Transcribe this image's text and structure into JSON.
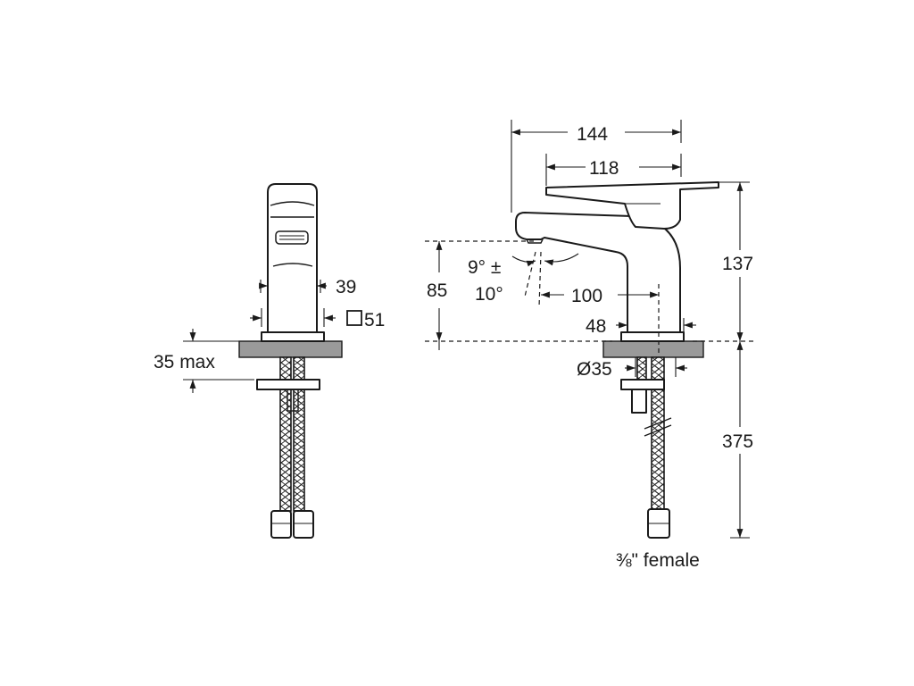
{
  "labels": {
    "dim_39": "39",
    "dim_square_51": "51",
    "dim_35_max": "35 max",
    "dim_144": "144",
    "dim_118": "118",
    "dim_137": "137",
    "dim_85": "85",
    "dim_angle_a": "9° ±",
    "dim_angle_b": "10°",
    "dim_100": "100",
    "dim_48": "48",
    "dim_diam_35": "Ø35",
    "dim_375": "375",
    "connector_note": "⅜\" female"
  },
  "colors": {
    "line": "#1a1a1a",
    "counter": "#9a9a9a",
    "background": "#ffffff"
  }
}
